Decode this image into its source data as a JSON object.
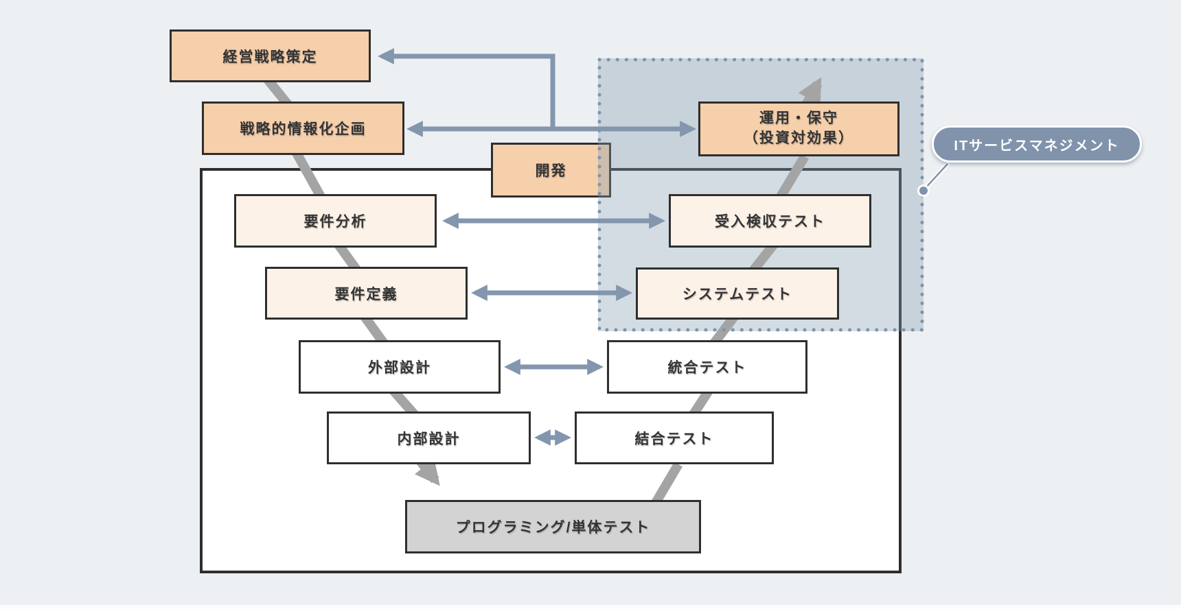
{
  "diagram_title": "V-model software development process (Japanese)",
  "colors": {
    "bg": "#edf0f3",
    "border_dark": "#2e2e2e",
    "label_color": "#333333",
    "peach": "#f6cfab",
    "light_peach": "#fdf2e8",
    "white_box": "#ffffff",
    "gray_box": "#d3d3d3",
    "arrow_blue": "#8396ad",
    "arrow_gray": "#a4a4a4",
    "region_fill": "rgba(130,155,175,0.35)",
    "region_dot": "#7e93a9",
    "callout_fill": "#8093ab",
    "callout_text": "#ffffff"
  },
  "boxes": {
    "keiei": {
      "label": "経営戦略策定"
    },
    "senryaku": {
      "label": "戦略的情報化企画"
    },
    "kaihatsu": {
      "label": "開発"
    },
    "yoken_bunseki": {
      "label": "要件分析"
    },
    "yoken_teigi": {
      "label": "要件定義"
    },
    "gaibu": {
      "label": "外部設計"
    },
    "naibu": {
      "label": "内部設計"
    },
    "programming": {
      "label": "プログラミング/単体テスト"
    },
    "ketsugo": {
      "label": "結合テスト"
    },
    "togo": {
      "label": "統合テスト"
    },
    "system": {
      "label": "システムテスト"
    },
    "ukeire": {
      "label": "受入検収テスト"
    },
    "unyo": {
      "label_line1": "運用・保守",
      "label_line2": "（投資対効果）"
    }
  },
  "callout": {
    "label": "ITサービスマネジメント"
  },
  "connections": [
    {
      "from": "運用・保守（投資対効果）",
      "to": "経営戦略策定",
      "type": "arrow"
    },
    {
      "from": "戦略的情報化企画",
      "to": "運用・保守（投資対効果）",
      "type": "double-arrow"
    },
    {
      "from": "要件分析",
      "to": "受入検収テスト",
      "type": "double-arrow"
    },
    {
      "from": "要件定義",
      "to": "システムテスト",
      "type": "double-arrow"
    },
    {
      "from": "外部設計",
      "to": "統合テスト",
      "type": "double-arrow"
    },
    {
      "from": "内部設計",
      "to": "結合テスト",
      "type": "double-arrow"
    },
    {
      "from": "内部設計",
      "to": "プログラミング/単体テスト",
      "type": "v-flow-down"
    },
    {
      "from": "プログラミング/単体テスト",
      "to": "運用・保守（投資対効果）",
      "type": "v-flow-up"
    }
  ]
}
